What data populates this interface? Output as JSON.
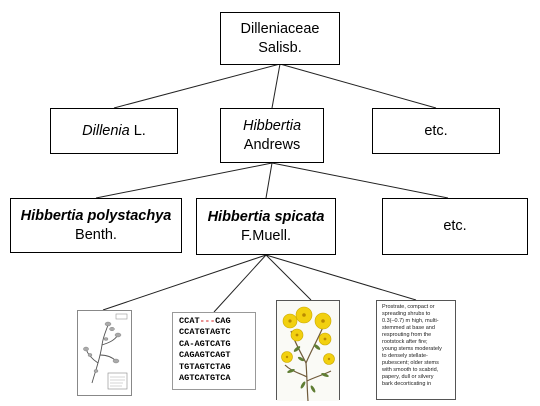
{
  "root": {
    "line1": "Dilleniaceae",
    "line2": "Salisb."
  },
  "level2": [
    {
      "italic": "Dillenia",
      "roman": " L."
    },
    {
      "italic": "Hibbertia",
      "line2": "Andrews"
    },
    {
      "text": "etc."
    }
  ],
  "level3": [
    {
      "italic": "Hibbertia polystachya",
      "line2": "Benth."
    },
    {
      "italic": "Hibbertia spicata",
      "line2": "F.Muell."
    },
    {
      "text": "etc."
    }
  ],
  "dna": {
    "rows": [
      [
        "CCAT",
        "---",
        "CAG"
      ],
      [
        "CCATGTAGTC"
      ],
      [
        "CA-AGTCATG"
      ],
      [
        "CAGAGTCAGT"
      ],
      [
        "TGTAGTCTAG"
      ],
      [
        "AGTCATGTCA"
      ]
    ],
    "gap_color": "#d62020"
  },
  "description": {
    "lines": [
      "Prostrate, compact or",
      "spreading shrubs to",
      "0.3(–0.7) m high, multi-",
      "stemmed at base and",
      "resprouting from the",
      "rootstock after fire;",
      "young stems moderately",
      "to densely stellate-",
      "pubescent; older stems",
      "with smooth to scabrid,",
      "papery, dull or silvery",
      "bark decorticating in"
    ]
  },
  "colors": {
    "petal": "#f2d00f",
    "petal_edge": "#c9a800",
    "leaf": "#5f7d33"
  }
}
